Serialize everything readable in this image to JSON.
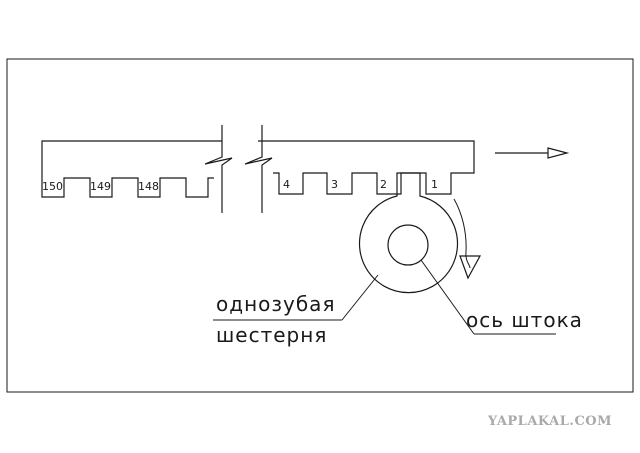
{
  "diagram": {
    "rack_tooth_labels_left": [
      "150",
      "149",
      "148"
    ],
    "rack_tooth_labels_right": [
      "4",
      "3",
      "2",
      "1"
    ],
    "label_gear": [
      "однозубая",
      "шестерня"
    ],
    "label_axis": "ось штока",
    "watermark": "YAPLAKAL.COM"
  },
  "colors": {
    "line": "#1a1a1a",
    "watermark": "#a9a9a9",
    "background": "#ffffff"
  },
  "icons": [
    "right-arrow-icon",
    "rotation-arrow-icon"
  ]
}
